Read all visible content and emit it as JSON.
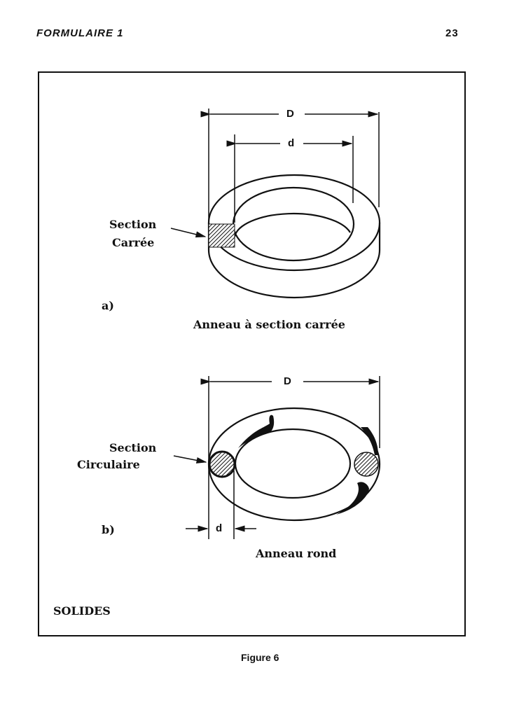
{
  "header": {
    "title": "FORMULAIRE 1",
    "page_number": "23"
  },
  "figure": {
    "part_a": {
      "label": "a)",
      "section_label_1": "Section",
      "section_label_2": "Carrée",
      "dim_outer": "D",
      "dim_inner": "d",
      "caption": "Anneau à section carrée"
    },
    "part_b": {
      "label": "b)",
      "section_label_1": "Section",
      "section_label_2": "Circulaire",
      "dim_outer": "D",
      "dim_inner": "d",
      "caption": "Anneau rond"
    },
    "category": "SOLIDES",
    "caption": "Figure 6"
  }
}
